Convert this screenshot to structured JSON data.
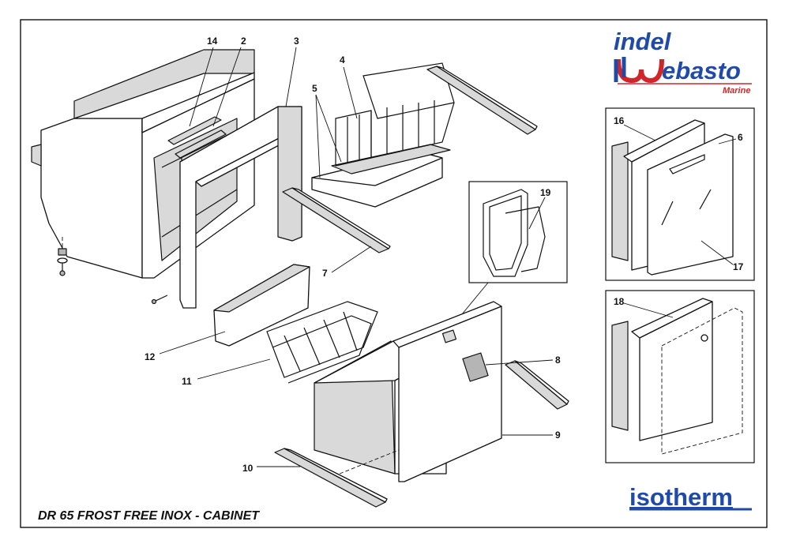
{
  "title": "DR 65 FROST FREE INOX - CABINET",
  "logos": {
    "indel": "indel",
    "webasto": "ebasto",
    "marine": "Marine",
    "isotherm": "isotherm"
  },
  "part_numbers": [
    "14",
    "2",
    "3",
    "4",
    "5",
    "7",
    "12",
    "11",
    "19",
    "8",
    "9",
    "10",
    "16",
    "6",
    "17",
    "18"
  ],
  "colors": {
    "brand_blue": "#1f4aa8",
    "brand_red": "#d0262b",
    "line": "#111111"
  }
}
